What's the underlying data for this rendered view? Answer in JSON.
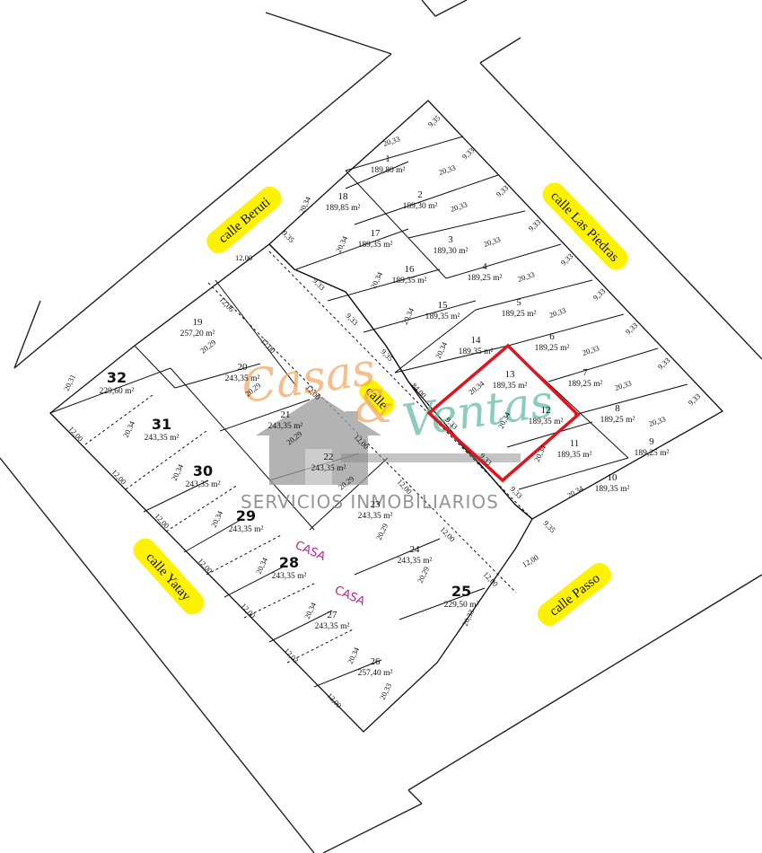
{
  "streets": {
    "beruti": "calle Beruti",
    "las_piedras": "calle Las Piedras",
    "yatay": "calle Yatay",
    "passo": "calle Passo",
    "inner": "calle"
  },
  "watermark": {
    "casas": "Casas",
    "amp": "&",
    "ventas": "Ventas",
    "servicios": "SERVICIOS INMOBILIARIOS"
  },
  "highlight_color": "#e0141e",
  "lots": [
    {
      "number": "1",
      "area": "189,80 m²"
    },
    {
      "number": "2",
      "area": "189,30 m²"
    },
    {
      "number": "3",
      "area": "189,30 m²"
    },
    {
      "number": "4",
      "area": "189,25 m²"
    },
    {
      "number": "5",
      "area": "189,25 m²"
    },
    {
      "number": "6",
      "area": "189,25 m²"
    },
    {
      "number": "7",
      "area": "189,25 m²"
    },
    {
      "number": "8",
      "area": "189,25 m²"
    },
    {
      "number": "9",
      "area": "189,25 m²"
    },
    {
      "number": "10",
      "area": "189,35 m²"
    },
    {
      "number": "11",
      "area": "189,35 m²"
    },
    {
      "number": "12",
      "area": "189,35 m²"
    },
    {
      "number": "13",
      "area": "189,35 m²"
    },
    {
      "number": "14",
      "area": "189,35 m²"
    },
    {
      "number": "15",
      "area": "189,35 m²"
    },
    {
      "number": "16",
      "area": "189,35 m²"
    },
    {
      "number": "17",
      "area": "189,35 m²"
    },
    {
      "number": "18",
      "area": "189,85 m²"
    },
    {
      "number": "19",
      "area": "257,20 m²"
    },
    {
      "number": "20",
      "area": "243,35 m²"
    },
    {
      "number": "21",
      "area": "243,35 m²"
    },
    {
      "number": "22",
      "area": "243,35 m²"
    },
    {
      "number": "23",
      "area": "243,35 m²"
    },
    {
      "number": "24",
      "area": "243,35 m²"
    },
    {
      "number": "25",
      "area": "229,50 m²"
    },
    {
      "number": "26",
      "area": "257,40 m²"
    },
    {
      "number": "27",
      "area": "243,35 m²"
    },
    {
      "number": "28",
      "area": "243,35 m²"
    },
    {
      "number": "29",
      "area": "243,35 m²"
    },
    {
      "number": "30",
      "area": "243,35 m²"
    },
    {
      "number": "31",
      "area": "243,35 m²"
    },
    {
      "number": "32",
      "area": "229,60 m²"
    }
  ],
  "dimensions": {
    "d2033": "20,33",
    "d2034": "20,34",
    "d2029": "20,29",
    "d2031": "20,31",
    "d933": "9,33",
    "d935": "9,35",
    "d1200": "12,00",
    "d1203": "12,03",
    "d1206": "12,06",
    "d8400": "84,00"
  },
  "handwriting": {
    "casa1": "CASA",
    "casa2": "CASA"
  }
}
